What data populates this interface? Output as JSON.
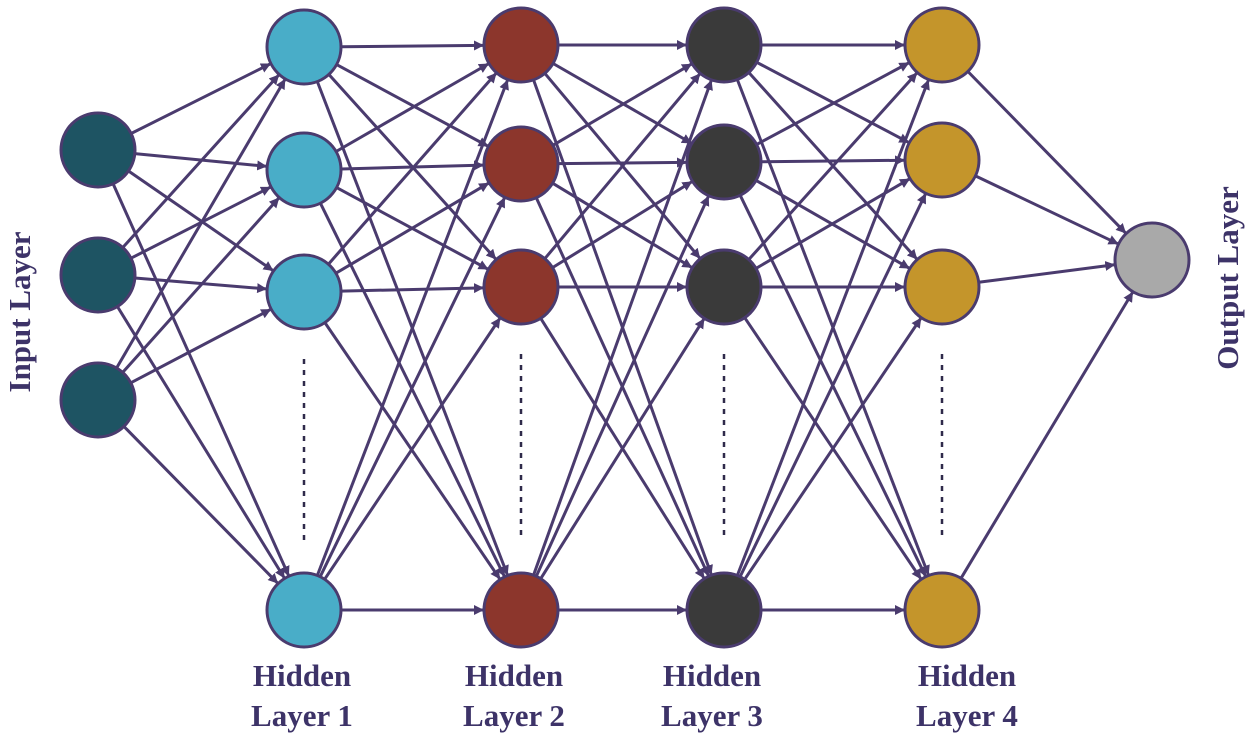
{
  "labels": {
    "input_layer": "Input Layer",
    "output_layer": "Output Layer",
    "hidden": [
      {
        "line1": "Hidden",
        "line2": "Layer 1"
      },
      {
        "line1": "Hidden",
        "line2": "Layer 2"
      },
      {
        "line1": "Hidden",
        "line2": "Layer 3"
      },
      {
        "line1": "Hidden",
        "line2": "Layer 4"
      }
    ]
  },
  "layers": [
    {
      "role": "input",
      "nodes": 3,
      "color": "#1e5463"
    },
    {
      "role": "hidden",
      "nodes": 4,
      "color": "#49adc8",
      "ellipsis": true
    },
    {
      "role": "hidden",
      "nodes": 4,
      "color": "#8c362c",
      "ellipsis": true
    },
    {
      "role": "hidden",
      "nodes": 4,
      "color": "#3a3a3a",
      "ellipsis": true
    },
    {
      "role": "hidden",
      "nodes": 4,
      "color": "#c4952b",
      "ellipsis": true
    },
    {
      "role": "output",
      "nodes": 1,
      "color": "#a9a9a9"
    }
  ],
  "colors": {
    "edge": "#4a3b6e",
    "label": "#3d3368"
  }
}
